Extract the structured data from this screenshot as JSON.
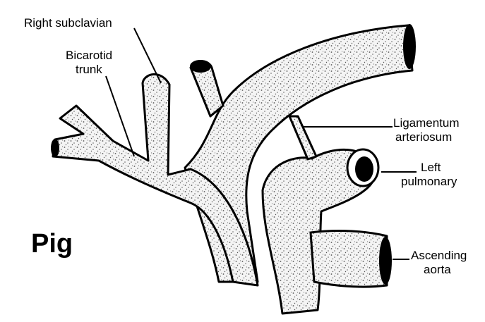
{
  "figure": {
    "species_label": "Pig",
    "labels": {
      "right_subclavian": "Right subclavian",
      "bicarotid_line1": "Bicarotid",
      "bicarotid_line2": "trunk",
      "ligamentum_line1": "Ligamentum",
      "ligamentum_line2": "arteriosum",
      "left_pulmonary_line1": "Left",
      "left_pulmonary_line2": "pulmonary",
      "ascending_line1": "Ascending",
      "ascending_line2": "aorta"
    }
  }
}
